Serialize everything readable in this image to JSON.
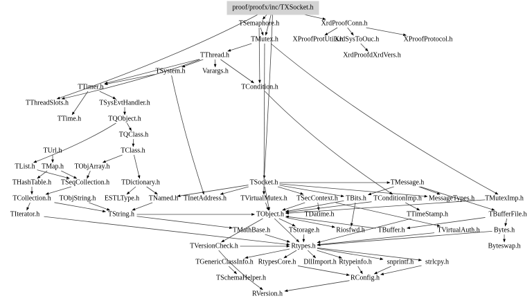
{
  "root": "proof/proofx/inc/TXSocket.h",
  "colors": {
    "root_fill": "#d3d3d3",
    "edge": "#404040",
    "text": "#000000"
  },
  "nodes": [
    "proof/proofx/inc/TXSocket.h",
    "TSemaphore.h",
    "XrdProofConn.h",
    "TMutex.h",
    "XProofProtUtils.h",
    "XrdSysToOuc.h",
    "XProofProtocol.h",
    "XrdProofdXrdVers.h",
    "TThread.h",
    "TSystem.h",
    "Varargs.h",
    "TCondition.h",
    "TTimer.h",
    "TThreadSlots.h",
    "TSysEvtHandler.h",
    "TTime.h",
    "TQObject.h",
    "TQClass.h",
    "TUrl.h",
    "TClass.h",
    "TList.h",
    "TMap.h",
    "TObjArray.h",
    "THashTable.h",
    "TSeqCollection.h",
    "TDictionary.h",
    "TSocket.h",
    "TMessage.h",
    "TCollection.h",
    "TObjString.h",
    "ESTLType.h",
    "TNamed.h",
    "TInetAddress.h",
    "TVirtualMutex.h",
    "TSecContext.h",
    "TBits.h",
    "TConditionImp.h",
    "MessageTypes.h",
    "TMutexImp.h",
    "TIterator.h",
    "TString.h",
    "TObject.h",
    "TDatime.h",
    "TTimeStamp.h",
    "TBufferFile.h",
    "TMathBase.h",
    "TStorage.h",
    "Riosfwd.h",
    "TBuffer.h",
    "TVirtualAuth.h",
    "Bytes.h",
    "TVersionCheck.h",
    "Rtypes.h",
    "Byteswap.h",
    "TGenericClassInfo.h",
    "RtypesCore.h",
    "DllImport.h",
    "Rtypeinfo.h",
    "snprintf.h",
    "strlcpy.h",
    "TSchemaHelper.h",
    "RConfig.h",
    "RVersion.h"
  ],
  "edges": [
    [
      "proof/proofx/inc/TXSocket.h",
      "TSemaphore.h"
    ],
    [
      "proof/proofx/inc/TXSocket.h",
      "XrdProofConn.h"
    ],
    [
      "proof/proofx/inc/TXSocket.h",
      "TMutex.h"
    ],
    [
      "proof/proofx/inc/TXSocket.h",
      "TSocket.h"
    ],
    [
      "proof/proofx/inc/TXSocket.h",
      "TThreadSlots.h"
    ],
    [
      "XrdProofConn.h",
      "XProofProtUtils.h"
    ],
    [
      "XrdProofConn.h",
      "XrdSysToOuc.h"
    ],
    [
      "XrdProofConn.h",
      "XProofProtocol.h"
    ],
    [
      "XrdSysToOuc.h",
      "XrdProofdXrdVers.h"
    ],
    [
      "TSemaphore.h",
      "TMutex.h"
    ],
    [
      "TSemaphore.h",
      "TCondition.h"
    ],
    [
      "TMutex.h",
      "TThread.h"
    ],
    [
      "TMutex.h",
      "TVirtualMutex.h"
    ],
    [
      "TThread.h",
      "TSystem.h"
    ],
    [
      "TThread.h",
      "Varargs.h"
    ],
    [
      "TThread.h",
      "TCondition.h"
    ],
    [
      "TThread.h",
      "TThreadSlots.h"
    ],
    [
      "TThread.h",
      "TTimer.h"
    ],
    [
      "TSystem.h",
      "TTimer.h"
    ],
    [
      "TSystem.h",
      "TInetAddress.h"
    ],
    [
      "TTimer.h",
      "TSysEvtHandler.h"
    ],
    [
      "TTimer.h",
      "TTime.h"
    ],
    [
      "TSysEvtHandler.h",
      "TQObject.h"
    ],
    [
      "TQObject.h",
      "TQClass.h"
    ],
    [
      "TQObject.h",
      "TList.h"
    ],
    [
      "TQClass.h",
      "TClass.h"
    ],
    [
      "TClass.h",
      "TObjArray.h"
    ],
    [
      "TClass.h",
      "TDictionary.h"
    ],
    [
      "TUrl.h",
      "TMap.h"
    ],
    [
      "TMap.h",
      "THashTable.h"
    ],
    [
      "TMap.h",
      "TSeqCollection.h"
    ],
    [
      "TList.h",
      "TSeqCollection.h"
    ],
    [
      "THashTable.h",
      "TCollection.h"
    ],
    [
      "TSeqCollection.h",
      "TCollection.h"
    ],
    [
      "TObjArray.h",
      "TSeqCollection.h"
    ],
    [
      "TDictionary.h",
      "ESTLType.h"
    ],
    [
      "TDictionary.h",
      "TNamed.h"
    ],
    [
      "TCollection.h",
      "TIterator.h"
    ],
    [
      "TCollection.h",
      "TString.h"
    ],
    [
      "TObjString.h",
      "TString.h"
    ],
    [
      "TNamed.h",
      "TString.h"
    ],
    [
      "TSocket.h",
      "TNamed.h"
    ],
    [
      "TSocket.h",
      "TInetAddress.h"
    ],
    [
      "TSocket.h",
      "TVirtualMutex.h"
    ],
    [
      "TSocket.h",
      "TSecContext.h"
    ],
    [
      "TSocket.h",
      "TBits.h"
    ],
    [
      "TSocket.h",
      "TMessage.h"
    ],
    [
      "TSocket.h",
      "MessageTypes.h"
    ],
    [
      "TSocket.h",
      "TObject.h"
    ],
    [
      "TMessage.h",
      "TBufferFile.h"
    ],
    [
      "TMessage.h",
      "MessageTypes.h"
    ],
    [
      "TMessage.h",
      "TBits.h"
    ],
    [
      "TVirtualMutex.h",
      "TObject.h"
    ],
    [
      "TSecContext.h",
      "TObject.h"
    ],
    [
      "TSecContext.h",
      "TDatime.h"
    ],
    [
      "TBits.h",
      "TObject.h"
    ],
    [
      "TBits.h",
      "Riosfwd.h"
    ],
    [
      "TCondition.h",
      "TConditionImp.h"
    ],
    [
      "TConditionImp.h",
      "TObject.h"
    ],
    [
      "TConditionImp.h",
      "TTimeStamp.h"
    ],
    [
      "TMutexImp.h",
      "TObject.h"
    ],
    [
      "TMutex.h",
      "TMutexImp.h"
    ],
    [
      "TObject.h",
      "Riosfwd.h"
    ],
    [
      "TObject.h",
      "TStorage.h"
    ],
    [
      "TObject.h",
      "Rtypes.h"
    ],
    [
      "TObject.h",
      "TVersionCheck.h"
    ],
    [
      "TString.h",
      "TMathBase.h"
    ],
    [
      "TString.h",
      "TObject.h"
    ],
    [
      "TMathBase.h",
      "Rtypes.h"
    ],
    [
      "TBufferFile.h",
      "TBuffer.h"
    ],
    [
      "TBufferFile.h",
      "Bytes.h"
    ],
    [
      "TBuffer.h",
      "TObject.h"
    ],
    [
      "TVirtualAuth.h",
      "Rtypes.h"
    ],
    [
      "TSecContext.h",
      "TVirtualAuth.h"
    ],
    [
      "Bytes.h",
      "Byteswap.h"
    ],
    [
      "Bytes.h",
      "Rtypes.h"
    ],
    [
      "TStorage.h",
      "Rtypes.h"
    ],
    [
      "TTimeStamp.h",
      "Rtypes.h"
    ],
    [
      "TIterator.h",
      "Rtypes.h"
    ],
    [
      "TVersionCheck.h",
      "Rtypes.h"
    ],
    [
      "TVersionCheck.h",
      "RVersion.h"
    ],
    [
      "Rtypes.h",
      "TGenericClassInfo.h"
    ],
    [
      "Rtypes.h",
      "RtypesCore.h"
    ],
    [
      "Rtypes.h",
      "DllImport.h"
    ],
    [
      "Rtypes.h",
      "Rtypeinfo.h"
    ],
    [
      "Rtypes.h",
      "snprintf.h"
    ],
    [
      "Rtypes.h",
      "strlcpy.h"
    ],
    [
      "TGenericClassInfo.h",
      "TSchemaHelper.h"
    ],
    [
      "RtypesCore.h",
      "RConfig.h"
    ],
    [
      "Rtypeinfo.h",
      "RConfig.h"
    ],
    [
      "snprintf.h",
      "RConfig.h"
    ],
    [
      "strlcpy.h",
      "RConfig.h"
    ],
    [
      "RConfig.h",
      "RVersion.h"
    ]
  ]
}
